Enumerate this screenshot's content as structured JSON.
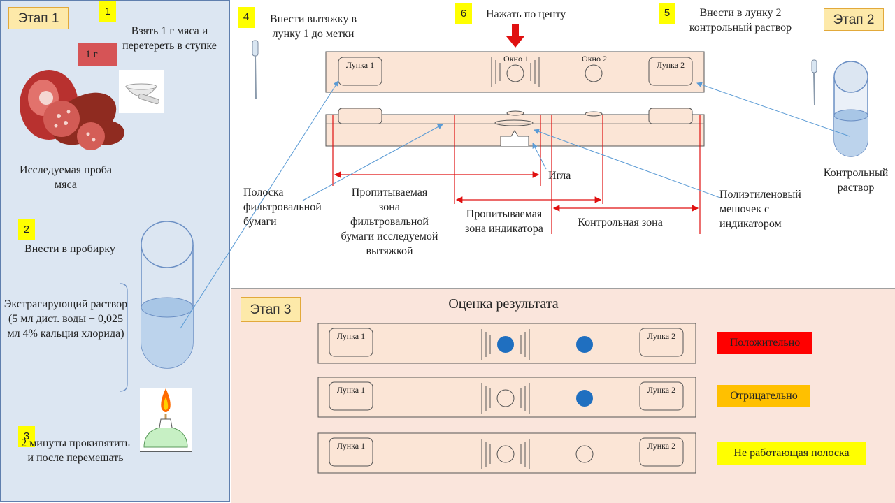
{
  "stages": {
    "stage1": "Этап 1",
    "stage2": "Этап 2",
    "stage3": "Этап 3"
  },
  "steps": {
    "n1": "1",
    "s1_text": "Взять 1 г мяса и перетереть в ступке",
    "meat_label": "1 г",
    "sample_caption": "Исследуемая проба мяса",
    "n2": "2",
    "s2_text": "Внести в пробирку",
    "extract_text": "Экстрагирующий раствор (5 мл дист. воды + 0,025 мл 4% кальция хлорида)",
    "n3": "3",
    "s3_text": "2 минуты прокипятить и после перемешать",
    "n4": "4",
    "s4_text": "Внести вытяжку в лунку 1 до метки",
    "n5": "5",
    "s5_text": "Внести в лунку 2 контрольный раствор",
    "n6": "6",
    "s6_text": "Нажать по центу"
  },
  "strip": {
    "well1": "Лунка 1",
    "well2": "Лунка 2",
    "window1": "Окно 1",
    "window2": "Окно 2"
  },
  "labels": {
    "filter_strip": "Полоска фильтровальной бумаги",
    "zone_sample": "Пропитываемая зона фильтровальной бумаги исследуемой вытяжкой",
    "needle": "Игла",
    "zone_indicator": "Пропитываемая зона индикатора",
    "zone_control": "Контрольная зона",
    "bag": "Полиэтиленовый мешочек с индикатором",
    "control_solution": "Контрольный раствор"
  },
  "results": {
    "title": "Оценка результата",
    "positive": "Положительно",
    "negative": "Отрицательно",
    "not_working": "Не работающая полоска"
  },
  "colors": {
    "stage_fill": "#fde9a9",
    "positive": "#ff0000",
    "negative": "#ffc000",
    "not_working": "#ffff00",
    "dot": "#1f6fc0",
    "arrow_red": "#e01010",
    "strip_fill": "#fbe5d6",
    "line_blue": "#5b9bd5"
  }
}
